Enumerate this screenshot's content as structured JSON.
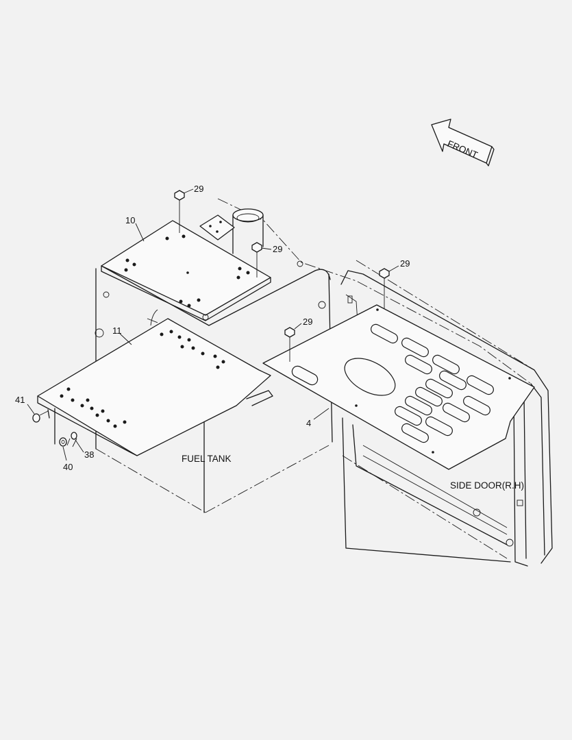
{
  "labels": {
    "front": "FRONT",
    "fuel_tank": "FUEL TANK",
    "side_door": "SIDE DOOR(R.H)"
  },
  "callouts": {
    "p29_a": "29",
    "p29_b": "29",
    "p29_c": "29",
    "p29_d": "29",
    "p10": "10",
    "p11": "11",
    "p4": "4",
    "p41": "41",
    "p40": "40",
    "p38": "38"
  }
}
